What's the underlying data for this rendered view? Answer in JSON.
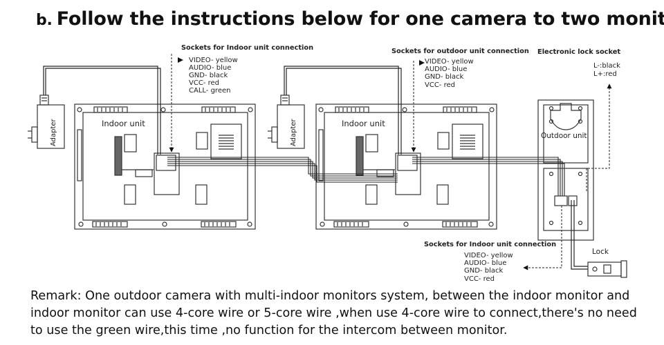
{
  "title": {
    "prefix": "b.",
    "text": "Follow the instructions below for one camera to two monitor"
  },
  "monitor1": {
    "sockets_label": "Sockets for Indoor unit connection",
    "wires": [
      "VIDEO- yellow",
      "AUDIO- blue",
      "GND- black",
      "VCC- red",
      "CALL- green"
    ],
    "adapter_label": "Adapter",
    "unit_label": "Indoor unit"
  },
  "monitor2": {
    "sockets_label": "Sockets for outdoor unit connection",
    "wires": [
      "VIDEO- yellow",
      "AUDIO- blue",
      "GND- black",
      "VCC- red"
    ],
    "adapter_label": "Adapter",
    "unit_label": "Indoor unit"
  },
  "outdoor": {
    "unit_label": "Outdoor unit",
    "lock_socket_label": "Electronic lock socket",
    "lock_wires": [
      "L-:black",
      "L+:red"
    ],
    "sockets_label": "Sockets for Indoor unit connection",
    "wires": [
      "VIDEO- yellow",
      "AUDIO- blue",
      "GND- black",
      "VCC- red"
    ],
    "lock_label": "Lock"
  },
  "remark": [
    "Remark: One outdoor camera with multi-indoor monitors system, between the indoor monitor and",
    "indoor monitor can use 4-core wire or 5-core wire ,when use 4-core wire to connect,there's no need",
    "to use the green wire,this time ,no function for the intercom between monitor."
  ]
}
